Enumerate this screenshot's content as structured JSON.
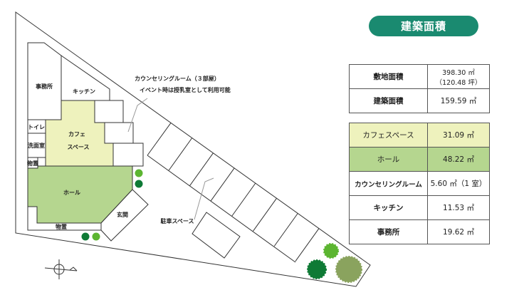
{
  "title": "建築面積",
  "summary": [
    {
      "label": "敷地面積",
      "value": "398.30 ㎡（120.48 坪）"
    },
    {
      "label": "建築面積",
      "value": "159.59 ㎡"
    }
  ],
  "rooms": [
    {
      "label": "カフェスペース",
      "value": "31.09 ㎡",
      "color": "#eef2bd"
    },
    {
      "label": "ホール",
      "value": "48.22 ㎡",
      "color": "#b5d68f"
    },
    {
      "label": "カウンセリングルーム",
      "value": "5.60 ㎡（1 室）"
    },
    {
      "label": "キッチン",
      "value": "11.53 ㎡"
    },
    {
      "label": "事務所",
      "value": "19.62 ㎡"
    }
  ],
  "plan": {
    "office": "事務所",
    "kitchen": "キッチン",
    "toilet": "トイレ",
    "washroom": "洗面室",
    "storage": "物置",
    "cafe1": "カフェ",
    "cafe2": "スペース",
    "hall": "ホール",
    "storage2": "物置",
    "entrance": "玄関",
    "parking": "駐車スペース",
    "counseling": "カウンセリングルーム（３部屋）",
    "counseling_note": "イベント時は授乳室として利用可能"
  }
}
